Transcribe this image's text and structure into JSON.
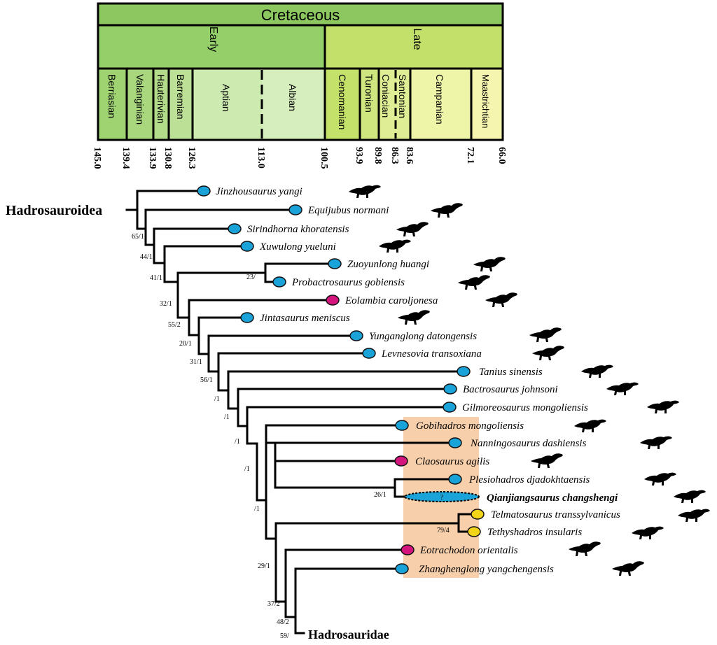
{
  "timescale": {
    "period": "Cretaceous",
    "epochs": [
      "Early",
      "Late"
    ],
    "stages": [
      "Berriasian",
      "Valanginian",
      "Hauterivian",
      "Barremian",
      "Aptian",
      "Albian",
      "Cenomanian",
      "Turonian",
      "Coniacian",
      "Santonian",
      "Campanian",
      "Maastrichtian"
    ],
    "ages": [
      "145.0",
      "139.4",
      "133.9",
      "130.8",
      "126.3",
      "113.0",
      "100.5",
      "93.9",
      "89.8",
      "86.3",
      "83.6",
      "72.1",
      "66.0"
    ],
    "colors": {
      "period": "#8cc85f",
      "early": "#95cf6a",
      "late": "#c3e06a",
      "early_stage_1": "#9fd372",
      "early_stage_2": "#c2e5a0",
      "early_stage_3": "#d3ecb6",
      "late_stage_1": "#c4e26a",
      "late_stage_2": "#d3e98b",
      "late_stage_3": "#e3f09b",
      "late_stage_4": "#eef5a8",
      "late_stage_5": "#f5f5b0"
    }
  },
  "tree": {
    "root_label": "Hadrosauroidea",
    "crown_label": "Hadrosauridae",
    "taxa": [
      "Jinzhousaurus yangi",
      "Equijubus normani",
      "Sirindhorna khoratensis",
      "Xuwulong yueluni",
      "Zuoyunlong huangi",
      "Probactrosaurus gobiensis",
      "Eolambia caroljonesa",
      "Jintasaurus meniscus",
      "Yunganglong datongensis",
      "Levnesovia transoxiana",
      "Tanius sinensis",
      "Bactrosaurus johnsoni",
      "Gilmoreosaurus mongoliensis",
      "Gobihadros mongoliensis",
      "Nanningosaurus dashiensis",
      "Claosaurus agilis",
      "Plesiohadros djadokhtaensis",
      "Qianjiangsaurus changshengi",
      "Telmatosaurus transsylvanicus",
      "Tethyshadros insularis",
      "Eotrachodon orientalis",
      "Zhanghenglong yangchengensis"
    ],
    "node_support": [
      "65/1",
      "44/1",
      "41/1",
      "32/1",
      "23/",
      "55/2",
      "20/1",
      "31/1",
      "56/1",
      "/1",
      "/1",
      "/1",
      "/1",
      "/1",
      "26/1",
      "79/4",
      "29/1",
      "37/2",
      "48/2",
      "59/"
    ],
    "question_mark": "?",
    "colors": {
      "blue": "#1aa3d8",
      "magenta": "#d4157d",
      "yellow": "#f2d418",
      "highlight": "#f7cfaa",
      "line": "#000000"
    }
  }
}
